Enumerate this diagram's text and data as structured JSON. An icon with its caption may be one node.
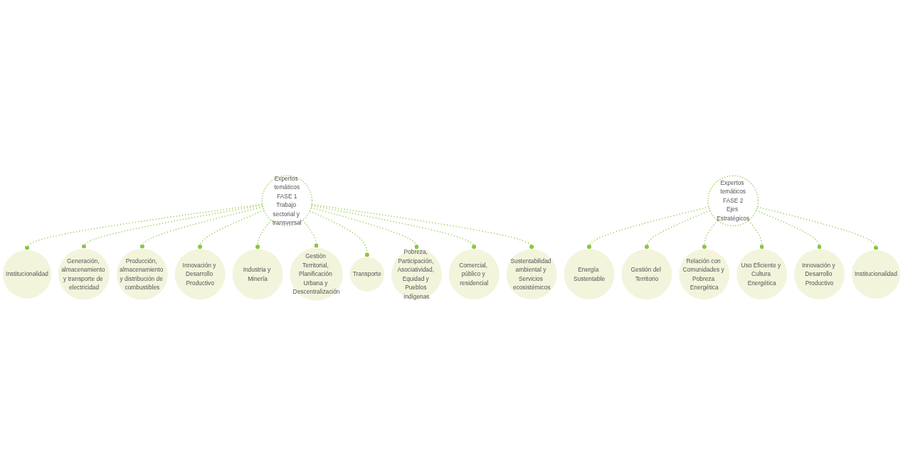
{
  "diagram": {
    "nodes": [
      {
        "text": [
          "Expertos temáticos",
          "FASE 1",
          "Trabajo sectorial y transversal"
        ]
      },
      {
        "text": [
          "Institucionalidad"
        ]
      },
      {
        "text": [
          "Generación, almacenamiento y transporte de electricidad"
        ]
      },
      {
        "text": [
          "Producción, almacenamiento y distribución de combustibles"
        ]
      },
      {
        "text": [
          "Innovación y Desarrollo Productivo"
        ]
      },
      {
        "text": [
          "Industria y Minería"
        ]
      },
      {
        "text": [
          "Gestión Territorial, Planificación Urbana y Descentralización"
        ]
      },
      {
        "text": [
          "Transporte"
        ]
      },
      {
        "text": [
          "Pobreza, Participación, Asociatividad, Equidad y Pueblos indígenas"
        ]
      },
      {
        "text": [
          "Comercial, público y residencial"
        ]
      },
      {
        "text": [
          "Sustentabilidad ambiental y Servicios ecosistémicos"
        ]
      },
      {
        "text": [
          "Expertos temáticos",
          "FASE 2",
          "Ejes Estratégicos"
        ]
      },
      {
        "text": [
          "Energía Sustentable"
        ]
      },
      {
        "text": [
          "Gestión del Territorio"
        ]
      },
      {
        "text": [
          "Relación con Comunidades y Pobreza Energética"
        ]
      },
      {
        "text": [
          "Uso Eficiente y Cultura Energética"
        ]
      },
      {
        "text": [
          "Innovación y Desarrollo Productivo"
        ]
      },
      {
        "text": [
          "Institucionalidad"
        ]
      }
    ],
    "edges": [
      {
        "from": 0,
        "to": 1,
        "arrow": "other",
        "style": "dashed"
      },
      {
        "from": 0,
        "to": 2,
        "arrow": "other",
        "style": "dashed"
      },
      {
        "from": 0,
        "to": 3,
        "arrow": "other",
        "style": "dashed"
      },
      {
        "from": 0,
        "to": 4,
        "arrow": "other",
        "style": "dashed"
      },
      {
        "from": 0,
        "to": 5,
        "arrow": "other",
        "style": "dashed"
      },
      {
        "from": 0,
        "to": 6,
        "arrow": "other",
        "style": "dashed"
      },
      {
        "from": 0,
        "to": 7,
        "arrow": "other",
        "style": "dashed"
      },
      {
        "from": 0,
        "to": 8,
        "arrow": "other",
        "style": "dashed"
      },
      {
        "from": 0,
        "to": 9,
        "arrow": "other",
        "style": "dashed"
      },
      {
        "from": 0,
        "to": 10,
        "arrow": "other",
        "style": "dashed"
      },
      {
        "from": 11,
        "to": 12,
        "arrow": "other",
        "style": "dashed"
      },
      {
        "from": 11,
        "to": 13,
        "arrow": "other",
        "style": "dashed"
      },
      {
        "from": 11,
        "to": 14,
        "arrow": "other",
        "style": "dashed"
      },
      {
        "from": 11,
        "to": 15,
        "arrow": "other",
        "style": "dashed"
      },
      {
        "from": 11,
        "to": 16,
        "arrow": "other",
        "style": "dashed"
      },
      {
        "from": 11,
        "to": 17,
        "arrow": "other",
        "style": "dashed"
      }
    ]
  }
}
